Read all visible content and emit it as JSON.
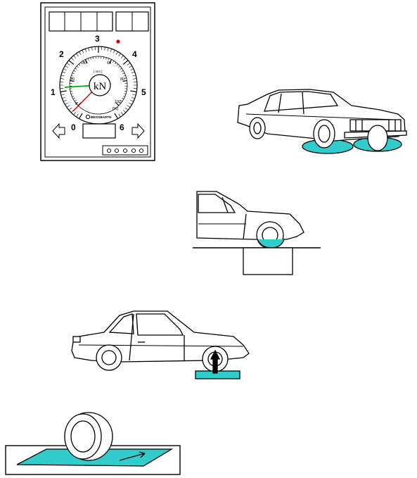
{
  "gauge": {
    "unit": "kN",
    "outer_scale": [
      "0",
      "1",
      "2",
      "3",
      "4",
      "5",
      "6"
    ],
    "inner_scale": [
      "0",
      "20",
      "40",
      "60",
      "80",
      "100"
    ],
    "percent_label": "[%]",
    "sub_label": "[ mm ]",
    "brand": "BEISSBARTH",
    "display_cells": 6,
    "indicator_lights": 5
  },
  "colors": {
    "plate": "#33cccc",
    "needle_primary": "#00aa00",
    "needle_secondary": "#cc0000",
    "indicator": "#cc0000",
    "stroke": "#000000"
  },
  "illustrations": [
    {
      "name": "sedan-on-test-plates",
      "description_icon": "car-front-three-quarter"
    },
    {
      "name": "front-wheel-on-plate-block",
      "description_icon": "car-side-close"
    },
    {
      "name": "coupe-side-view-lift-plate",
      "description_icon": "car-side-arrow"
    },
    {
      "name": "wheel-on-sliding-plate",
      "description_icon": "wheel-on-plate"
    }
  ]
}
